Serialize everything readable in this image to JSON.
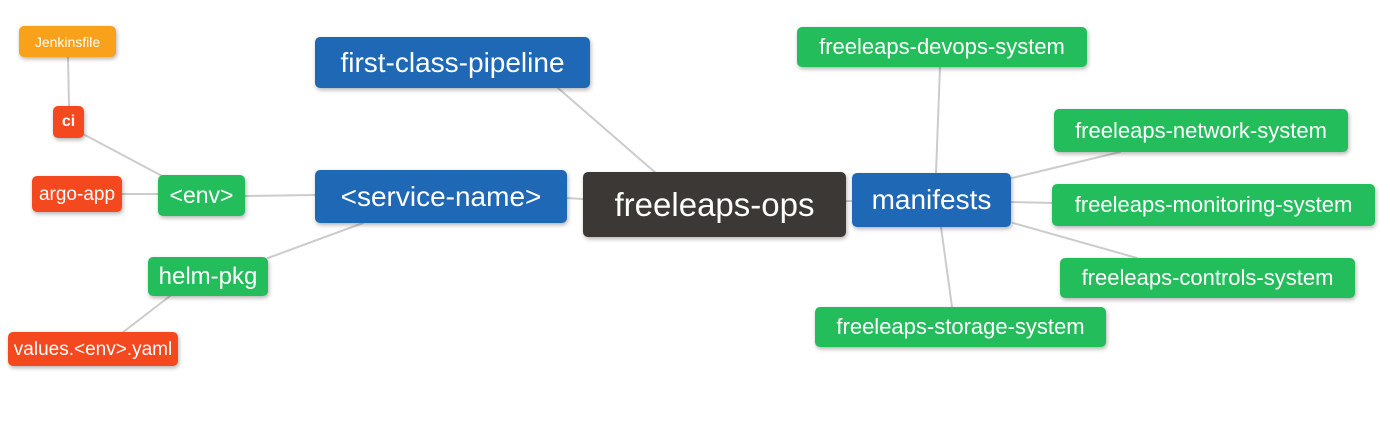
{
  "palette": {
    "blue": "#1f68b6",
    "green": "#24bd5c",
    "red": "#f4481e",
    "orange": "#f9a11b",
    "dark": "#3c3835",
    "node_text": "#ffffff",
    "edge_line": "#cccccc",
    "background": "#ffffff"
  },
  "nodes": {
    "freeleaps_ops": {
      "label": "freeleaps-ops",
      "color": "#3c3835"
    },
    "first_class_pipeline": {
      "label": "first-class-pipeline",
      "color": "#1f68b6"
    },
    "service_name": {
      "label": "<service-name>",
      "color": "#1f68b6"
    },
    "manifests": {
      "label": "manifests",
      "color": "#1f68b6"
    },
    "env": {
      "label": "<env>",
      "color": "#24bd5c"
    },
    "helm_pkg": {
      "label": "helm-pkg",
      "color": "#24bd5c"
    },
    "ci": {
      "label": "ci",
      "color": "#f4481e"
    },
    "argo_app": {
      "label": "argo-app",
      "color": "#f4481e"
    },
    "jenkinsfile": {
      "label": "Jenkinsfile",
      "color": "#f9a11b"
    },
    "values_env_yaml": {
      "label": "values.<env>.yaml",
      "color": "#f4481e"
    },
    "devops_system": {
      "label": "freeleaps-devops-system",
      "color": "#24bd5c"
    },
    "network_system": {
      "label": "freeleaps-network-system",
      "color": "#24bd5c"
    },
    "monitoring_system": {
      "label": "freeleaps-monitoring-system",
      "color": "#24bd5c"
    },
    "controls_system": {
      "label": "freeleaps-controls-system",
      "color": "#24bd5c"
    },
    "storage_system": {
      "label": "freeleaps-storage-system",
      "color": "#24bd5c"
    }
  },
  "edges": [
    {
      "from": "jenkinsfile",
      "to": "ci"
    },
    {
      "from": "ci",
      "to": "env"
    },
    {
      "from": "argo_app",
      "to": "env"
    },
    {
      "from": "env",
      "to": "service_name"
    },
    {
      "from": "first_class_pipeline",
      "to": "freeleaps_ops"
    },
    {
      "from": "service_name",
      "to": "freeleaps_ops"
    },
    {
      "from": "service_name",
      "to": "helm_pkg"
    },
    {
      "from": "helm_pkg",
      "to": "values_env_yaml"
    },
    {
      "from": "freeleaps_ops",
      "to": "manifests"
    },
    {
      "from": "manifests",
      "to": "devops_system"
    },
    {
      "from": "manifests",
      "to": "network_system"
    },
    {
      "from": "manifests",
      "to": "monitoring_system"
    },
    {
      "from": "manifests",
      "to": "controls_system"
    },
    {
      "from": "manifests",
      "to": "storage_system"
    }
  ]
}
